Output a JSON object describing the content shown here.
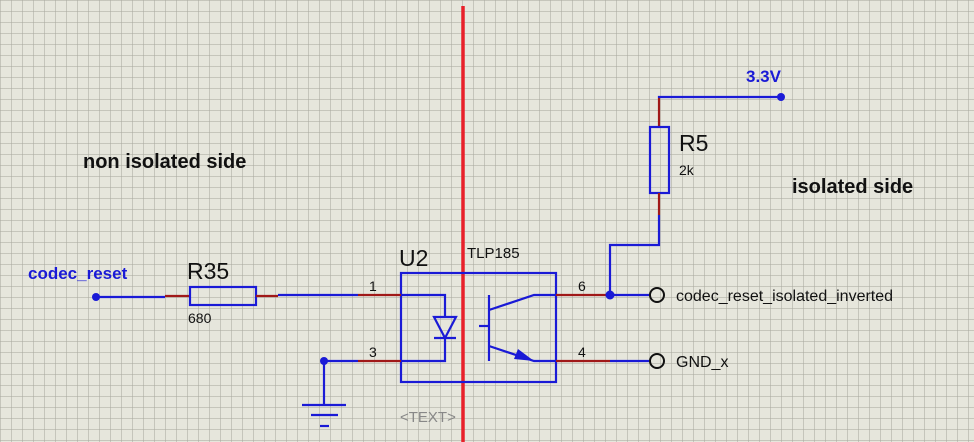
{
  "labels": {
    "non_isolated_side": "non isolated side",
    "isolated_side": "isolated side",
    "text_placeholder": "<TEXT>"
  },
  "nets": {
    "input": "codec_reset",
    "supply": "3.3V",
    "output": "codec_reset_isolated_inverted",
    "ground_isolated": "GND_x"
  },
  "components": {
    "R35": {
      "ref": "R35",
      "value": "680"
    },
    "R5": {
      "ref": "R5",
      "value": "2k"
    },
    "U2": {
      "ref": "U2",
      "part": "TLP185",
      "pins": {
        "anode": "1",
        "cathode": "3",
        "collector": "6",
        "emitter": "4"
      }
    }
  },
  "colors": {
    "wire": "#1a1ad6",
    "pin": "#a01818",
    "isolation_barrier": "#e8202a",
    "background": "#e6e6dc"
  }
}
